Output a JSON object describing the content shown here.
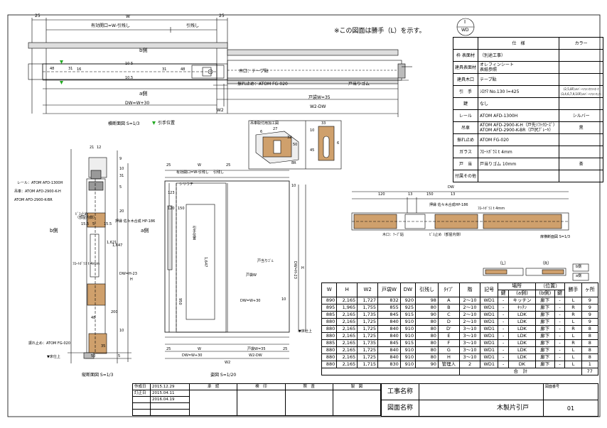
{
  "title_note": "※この図面は勝手（L）を示す。",
  "mark": {
    "top": "I",
    "bottom": "WD"
  },
  "spec": {
    "head": [
      "仕　様",
      "カラー"
    ],
    "rows": [
      [
        "枠 表面材",
        "（別途工事）",
        ""
      ],
      [
        "建具表面材",
        "オレフィンシート\n表紙参照",
        ""
      ],
      [
        "建具木口",
        "テープ貼",
        ""
      ],
      [
        "引　手",
        "ｼﾛｸﾏ No.130 l=425",
        "(2,5,8F)ｼﾙﾊﾞｰﾍｱﾗｲﾝﾎﾜｲﾄｵｰｸ\n(3,4,6,7,9,10F)ｼﾙﾊﾞｰﾍｱﾗｲﾝﾁｪﾘｰ"
      ],
      [
        "鍵",
        "なし",
        ""
      ],
      [
        "レール",
        "ATOM AFD-1300H",
        "シルバー"
      ],
      [
        "吊車",
        "ATOM AFD-2900-K-H（戸先ｿﾌﾄｸﾛｰｽﾞ）\nATOM AFD-2900-K-BR（戸尻ﾌﾞﾚｰｷ）",
        "黒"
      ],
      [
        "振れ止め",
        "ATOM FG-020",
        ""
      ],
      [
        "ガラス",
        "ﾌﾛｰﾄｶﾞﾗｽ t 4mm",
        ""
      ],
      [
        "戸　当",
        "戸当りゴム 10mm",
        "茶"
      ],
      [
        "付属その他",
        "",
        ""
      ]
    ]
  },
  "plan": {
    "dims_top": [
      "25",
      "W",
      "25"
    ],
    "opening": "有効開口=W-引残し",
    "hikinokori": "引残し",
    "b_side": "b側",
    "a_side": "a側",
    "dims_side": [
      "48",
      "31",
      "16",
      "10",
      "5",
      "10.5",
      "31",
      "48"
    ],
    "labels": [
      "木口：テープ貼",
      "振れ止め：ATOM FG-020",
      "戸当りゴム"
    ],
    "dim_bottom1": [
      "DW=W+30",
      "戸袋W=35"
    ],
    "dim_bottom2": [
      "W2",
      "W2-DW"
    ],
    "caption": "横断面図 S=1/3",
    "pull_mark": "引手位置"
  },
  "detail": {
    "title": "吊車取付用加工図",
    "dims": [
      "6",
      "27",
      "33",
      "32",
      "10",
      "50",
      "45",
      "8R",
      "6"
    ]
  },
  "vsec": {
    "dims_top": [
      "21",
      "12",
      "9",
      "10",
      "31",
      "5",
      "20"
    ],
    "labels": [
      "レール：ATOM AFD-1300H",
      "吊車：ATOM AFD-2900-K-H",
      "ATOM AFD-2900-K-BR",
      "ﾋﾞｽ止め\n（部屋内側）",
      "押縁 佐々木合成 HP-186",
      "ﾌﾛｰﾄｶﾞﾗｽ t 4mm",
      "振れ止め：ATOM FG-020"
    ],
    "b_side": "b側",
    "a_side": "a側",
    "dims": [
      "15.5",
      "5",
      "15.5",
      "1,621",
      "1,647",
      "DW=H-23",
      "H",
      "200",
      "48",
      "10",
      "35",
      "50",
      "5"
    ],
    "floor": "▼床仕上",
    "caption": "縦断面図 S=1/3"
  },
  "elev": {
    "dims_top": [
      "25",
      "W",
      "25"
    ],
    "opening": "有効開口=W-引残し",
    "hikinokori": "引残し",
    "labels": [
      "シリウチ",
      "引手位置",
      "戸当りｺﾞﾑ",
      "戸袋W",
      "DW=W+30",
      "DW=H-23",
      "H",
      "1,647",
      "950",
      "123",
      "120",
      "150",
      "10",
      "10"
    ],
    "floor": "▼床仕上",
    "dims_bottom1": [
      "25",
      "W",
      "戸袋W=35",
      "25"
    ],
    "dims_bottom2": [
      "DW=W+30",
      "W2-DW"
    ],
    "dims_bottom3": [
      "W2"
    ],
    "caption": "姿図 S=1/20"
  },
  "hsec": {
    "dims": [
      "DW",
      "120",
      "13",
      "150",
      "13"
    ],
    "labels": [
      "押縁 佐々木合成HP-186",
      "ﾌﾛｰﾄｶﾞﾗｽ t 4mm",
      "木口：ﾃｰﾌﾟ貼",
      "ﾋﾞｽ止め（部屋内側）"
    ],
    "caption": "扉横断面図 S=1/3"
  },
  "hand": {
    "L": "（L）",
    "R": "（R）",
    "b": "b側",
    "a": "a側"
  },
  "schedule": {
    "head1": [
      "W",
      "H",
      "W2",
      "戸袋W",
      "DW",
      "引残し",
      "ﾀｲﾌﾟ",
      "階",
      "記号",
      "場所",
      "（位置）",
      "勝手",
      "ヶ所"
    ],
    "head2": [
      "鍵",
      "(a側)",
      "(b側)",
      "鍵"
    ],
    "rows": [
      [
        "890",
        "2,165",
        "1,727",
        "832",
        "920",
        "98",
        "A",
        "2～10",
        "WD1",
        "-",
        "キッチン",
        "廊下",
        "-",
        "L",
        "9"
      ],
      [
        "895",
        "1,965",
        "1,755",
        "855",
        "925",
        "80",
        "B",
        "2～10",
        "WD1",
        "-",
        "ｷｯﾁﾝ",
        "廊下",
        "-",
        "R",
        "9"
      ],
      [
        "885",
        "2,165",
        "1,735",
        "845",
        "915",
        "90",
        "C",
        "2～10",
        "WD1",
        "-",
        "LDK",
        "廊下",
        "-",
        "R",
        "9"
      ],
      [
        "880",
        "2,165",
        "1,725",
        "840",
        "910",
        "80",
        "D",
        "2～10",
        "WD1",
        "-",
        "LDK",
        "廊下",
        "-",
        "L",
        "9"
      ],
      [
        "880",
        "2,165",
        "1,725",
        "840",
        "910",
        "80",
        "D'",
        "3～10",
        "WD1",
        "-",
        "LDK",
        "廊下",
        "-",
        "R",
        "8"
      ],
      [
        "880",
        "2,165",
        "1,725",
        "840",
        "910",
        "80",
        "E",
        "3～10",
        "WD1",
        "-",
        "LDK",
        "廊下",
        "-",
        "L",
        "8"
      ],
      [
        "885",
        "2,165",
        "1,735",
        "845",
        "915",
        "80",
        "F",
        "3～10",
        "WD1",
        "-",
        "LDK",
        "廊下",
        "-",
        "R",
        "8"
      ],
      [
        "880",
        "2,165",
        "1,725",
        "840",
        "910",
        "80",
        "G",
        "3～10",
        "WD1",
        "-",
        "LDK",
        "廊下",
        "-",
        "L",
        "8"
      ],
      [
        "880",
        "2,165",
        "1,725",
        "840",
        "910",
        "80",
        "H",
        "3～10",
        "WD1",
        "-",
        "LDK",
        "廊下",
        "-",
        "L",
        "8"
      ],
      [
        "880",
        "2,165",
        "1,715",
        "830",
        "910",
        "90",
        "管理人",
        "2",
        "WD1",
        "-",
        "DK",
        "廊下",
        "-",
        "L",
        "1"
      ]
    ],
    "total_label": "合　計",
    "total": "77"
  },
  "titleblock": {
    "rows": [
      [
        "作成日",
        "2015.12.29"
      ],
      [
        "訂正日",
        "2015.04.11"
      ],
      [
        "",
        "2016.04.19"
      ]
    ],
    "stamps": [
      "承　認",
      "検　印",
      "照　査",
      "製　図"
    ],
    "project_label": "工事名称",
    "drawing_label": "図面名称",
    "drawing_name": "木製片引戸",
    "no_label": "図面番号",
    "no": "01"
  }
}
